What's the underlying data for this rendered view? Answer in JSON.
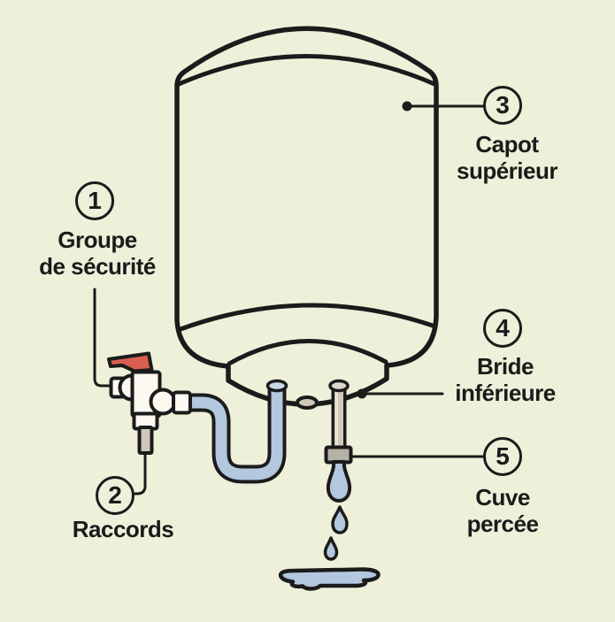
{
  "diagram": {
    "title_visible": "",
    "labels": [
      {
        "number": "1",
        "line1": "Groupe",
        "line2": "de sécurité"
      },
      {
        "number": "2",
        "line1": "Raccords",
        "line2": ""
      },
      {
        "number": "3",
        "line1": "Capot",
        "line2": "supérieur"
      },
      {
        "number": "4",
        "line1": "Bride",
        "line2": "inférieure"
      },
      {
        "number": "5",
        "line1": "Cuve",
        "line2": "percée"
      }
    ],
    "parts": [
      "water-heater-tank",
      "safety-valve-with-red-handle",
      "pipe-fittings",
      "upper-cap-dome",
      "lower-flange",
      "cold-water-u-pipe",
      "leaking-drain-pipe-with-drips-and-puddle"
    ]
  },
  "colors": {
    "background": "#eef0d9",
    "line": "#1b1b1b",
    "valve_handle_red": "#d9604e",
    "water_blue": "#b3c7de",
    "pipe_cap_blue": "#c9d8e8",
    "metal_beige": "#cfc8bb",
    "metal_beige_light": "#ddd7cb",
    "clamp_gray": "#b6b1a5",
    "fitting_white": "#fbf9f0"
  }
}
